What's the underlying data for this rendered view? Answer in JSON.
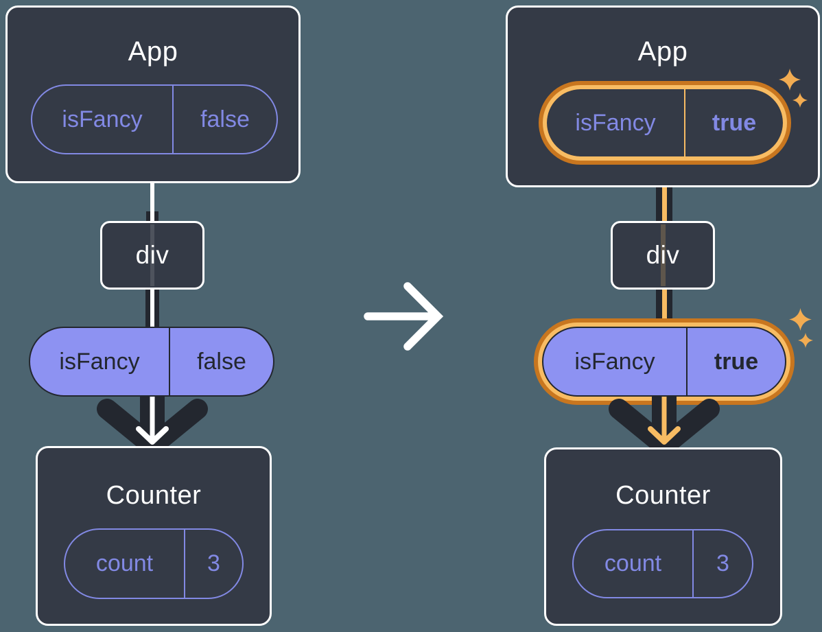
{
  "colors": {
    "background": "#4C6470",
    "card": "#343A46",
    "dark": "#23272F",
    "white": "#FFFFFF",
    "purple": "#8289E4",
    "purpleLight": "#8D92F2",
    "orange": "#C8761F",
    "orangeLight": "#F8BC63",
    "sparkle": "#F2AC52"
  },
  "before": {
    "app": {
      "title": "App",
      "prop_name": "isFancy",
      "prop_value": "false"
    },
    "container": {
      "label": "div"
    },
    "passed_prop": {
      "name": "isFancy",
      "value": "false"
    },
    "counter": {
      "title": "Counter",
      "state_name": "count",
      "state_value": "3"
    }
  },
  "after": {
    "app": {
      "title": "App",
      "prop_name": "isFancy",
      "prop_value": "true"
    },
    "container": {
      "label": "div"
    },
    "passed_prop": {
      "name": "isFancy",
      "value": "true"
    },
    "counter": {
      "title": "Counter",
      "state_name": "count",
      "state_value": "3"
    }
  }
}
